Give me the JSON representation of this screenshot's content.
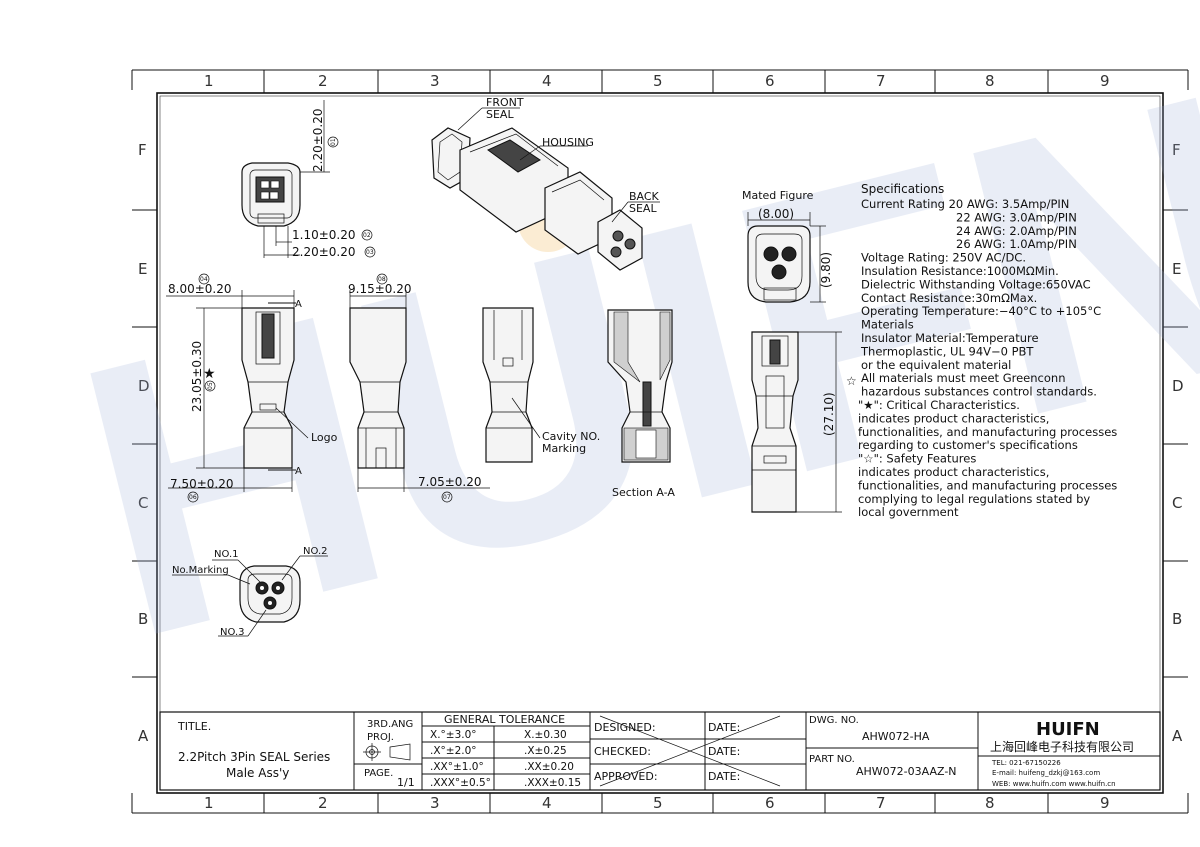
{
  "zones": {
    "columns": [
      "1",
      "2",
      "3",
      "4",
      "5",
      "6",
      "7",
      "8",
      "9"
    ],
    "rows": [
      "F",
      "E",
      "D",
      "C",
      "B",
      "A"
    ]
  },
  "watermark": "HUIFN",
  "callouts": {
    "front_seal": "FRONT\nSEAL",
    "housing": "HOUSING",
    "back_seal": "BACK\nSEAL",
    "logo": "Logo",
    "cavity_marking": "Cavity NO.\nMarking",
    "section": "Section A-A",
    "no1": "NO.1",
    "no2": "NO.2",
    "no3": "NO.3",
    "no_marking": "No.Marking",
    "mated_figure": "Mated Figure",
    "section_a_top": "A",
    "section_a_bottom": "A"
  },
  "dimensions": {
    "d01": {
      "text": "2.20±0.20",
      "balloon": "01"
    },
    "d02": {
      "text": "1.10±0.20",
      "balloon": "02"
    },
    "d03": {
      "text": "2.20±0.20",
      "balloon": "03"
    },
    "d04": {
      "text": "8.00±0.20",
      "balloon": "04"
    },
    "d05": {
      "text": "23.05±0.30",
      "balloon": "05"
    },
    "d06": {
      "text": "7.50±0.20",
      "balloon": "06"
    },
    "d07": {
      "text": "7.05±0.20",
      "balloon": "07"
    },
    "d08": {
      "text": "9.15±0.20",
      "balloon": "08"
    },
    "mated_width": "(8.00)",
    "mated_height": "(9.80)",
    "mated_length": "(27.10)"
  },
  "specifications": {
    "heading": "Specifications",
    "lines": [
      "Current Rating 20 AWG: 3.5Amp/PIN",
      "22 AWG: 3.0Amp/PIN",
      "24 AWG: 2.0Amp/PIN",
      "26 AWG: 1.0Amp/PIN",
      "Voltage Rating: 250V AC/DC.",
      "Insulation Resistance:1000MΩMin.",
      "Dielectric Withstanding Voltage:650VAC",
      "Contact Resistance:30mΩMax.",
      "Operating Temperature:−40°C to +105°C",
      "Materials",
      "Insulator Material:Temperature",
      "Thermoplastic, UL 94V−0 PBT",
      "or the equivalent material",
      "All materials must meet Greenconn",
      "hazardous substances control standards.",
      "\"★\": Critical Characteristics.",
      "indicates product characteristics,",
      "functionalities, and manufacturing processes",
      "regarding to customer's specifications",
      "\"☆\": Safety Features",
      "indicates product characteristics,",
      "functionalities, and manufacturing processes",
      "complying to legal regulations stated by",
      "local government"
    ]
  },
  "title_block": {
    "title_label": "TITLE.",
    "title_line1": "2.2Pitch 3Pin SEAL Series",
    "title_line2": "Male Ass'y",
    "proj_label1": "3RD.ANG",
    "proj_label2": "PROJ.",
    "page_label": "PAGE.",
    "page_value": "1/1",
    "tolerance_header": "GENERAL TOLERANCE",
    "tolerances": [
      [
        "X.°±3.0°",
        "X.±0.30"
      ],
      [
        ".X°±2.0°",
        ".X±0.25"
      ],
      [
        ".XX°±1.0°",
        ".XX±0.20"
      ],
      [
        ".XXX°±0.5°",
        ".XXX±0.15"
      ]
    ],
    "designed_label": "DESIGNED:",
    "checked_label": "CHECKED:",
    "approved_label": "APPROVED:",
    "date_label": "DATE:",
    "dwg_label": "DWG. NO.",
    "dwg_value": "AHW072-HA",
    "part_label": "PART NO.",
    "part_value": "AHW072-03AAZ-N",
    "company_logo": "HUIFN",
    "company_name": "上海回峰电子科技有限公司",
    "tel": "TEL: 021-67150226",
    "email": "E-mail: huifeng_dzkj@163.com",
    "web": "WEB: www.huifn.com  www.huifn.cn"
  }
}
